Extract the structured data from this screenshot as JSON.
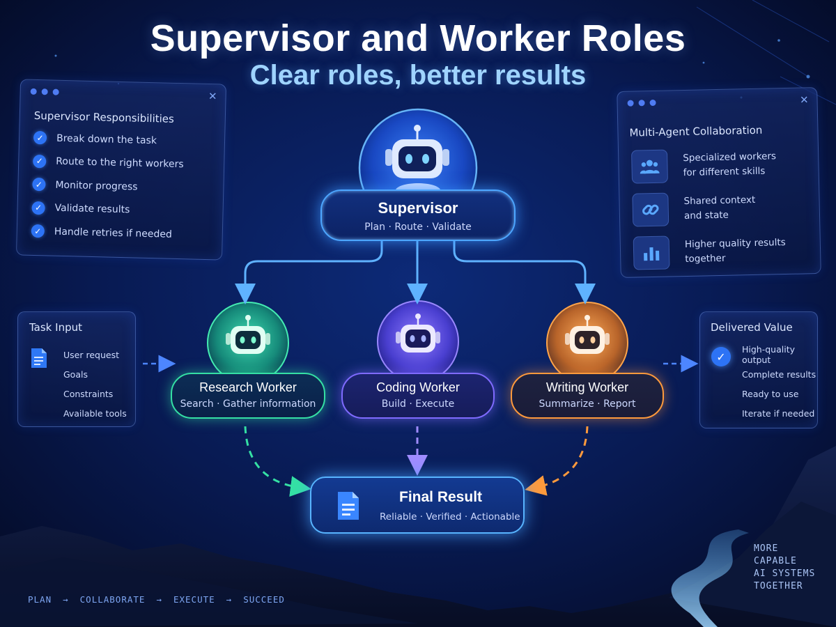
{
  "header": {
    "title": "Supervisor and Worker Roles",
    "subtitle": "Clear roles, better results"
  },
  "supervisor_panel": {
    "title": "Supervisor Responsibilities",
    "items": [
      "Break down the task",
      "Route to the right workers",
      "Monitor progress",
      "Validate results",
      "Handle retries if needed"
    ]
  },
  "collab_panel": {
    "title": "Multi-Agent Collaboration",
    "items": [
      {
        "line1": "Specialized workers",
        "line2": "for different skills",
        "icon": "people-icon"
      },
      {
        "line1": "Shared context",
        "line2": "and state",
        "icon": "link-icon"
      },
      {
        "line1": "Higher quality results",
        "line2": "together",
        "icon": "bar-chart-icon"
      }
    ]
  },
  "task_input": {
    "title": "Task Input",
    "items": [
      "User request",
      "Goals",
      "Constraints",
      "Available tools"
    ]
  },
  "delivered_value": {
    "title": "Delivered Value",
    "items": [
      "High-quality output",
      "Complete results",
      "Ready to use",
      "Iterate if needed"
    ]
  },
  "supervisor": {
    "title": "Supervisor",
    "subtitle": "Plan · Route · Validate"
  },
  "workers": [
    {
      "title": "Research Worker",
      "subtitle": "Search · Gather information",
      "color": "#35e0a4"
    },
    {
      "title": "Coding Worker",
      "subtitle": "Build · Execute",
      "color": "#7f6bff"
    },
    {
      "title": "Writing Worker",
      "subtitle": "Summarize · Report",
      "color": "#ff9a3c"
    }
  ],
  "final_result": {
    "title": "Final Result",
    "subtitle": "Reliable · Verified · Actionable"
  },
  "bottom_flow": [
    "PLAN",
    "→",
    "COLLABORATE",
    "→",
    "EXECUTE",
    "→",
    "SUCCEED"
  ],
  "corner": [
    "MORE",
    "CAPABLE",
    "AI SYSTEMS",
    "TOGETHER"
  ],
  "colors": {
    "accent": "#4da6ff",
    "research": "#35e0a4",
    "coding": "#7f6bff",
    "writing": "#ff9a3c"
  }
}
